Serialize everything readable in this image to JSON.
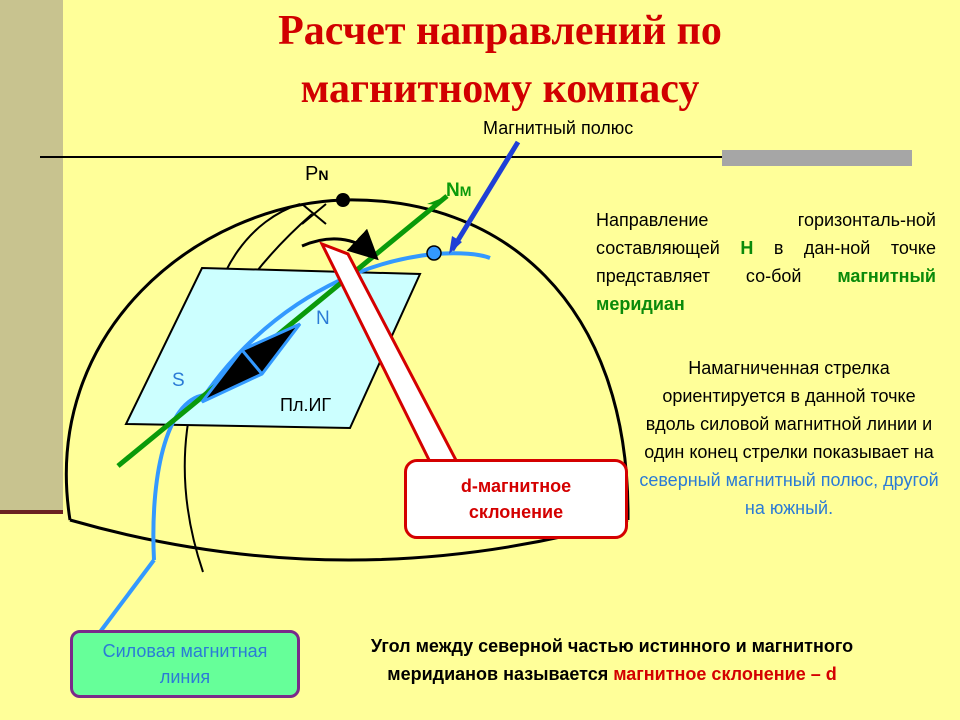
{
  "title": {
    "line1": "Расчет направлений по",
    "line2": "магнитному компасу"
  },
  "labels": {
    "magnetic_pole": "Магнитный полюс",
    "pn_main": "P",
    "pn_sub": "N",
    "nm_main": "N",
    "nm_sub": "M",
    "needle_north": "N",
    "needle_south": "S",
    "plane": "Пл.ИГ"
  },
  "info1": {
    "text_a": "Направление горизонталь-ной составляющей ",
    "h": "Н",
    "text_b": " в дан-ной точке представляет со-бой ",
    "meridian": "магнитный меридиан"
  },
  "info2": {
    "text_a": "Намагниченная стрелка ориентируется в данной точке вдоль силовой магнитной линии и один конец стрелки показывает на ",
    "text_b": "северный магнитный полюс, другой на южный."
  },
  "declination_box": {
    "line1": "d-магнитное",
    "line2": "склонение"
  },
  "field_line_box": {
    "line1": "Силовая магнитная",
    "line2": "линия"
  },
  "bottom_text": {
    "text_a": "Угол между северной частью истинного и магнитного меридианов называется ",
    "text_b": "магнитное склонение – d"
  },
  "colors": {
    "title": "#d10000",
    "background": "#ffff99",
    "green_line": "#0a9a0a",
    "field_line": "#3399ff",
    "pole_line": "#1f3fd6",
    "declination": "#d40000",
    "plane_fill": "#ccffff"
  }
}
